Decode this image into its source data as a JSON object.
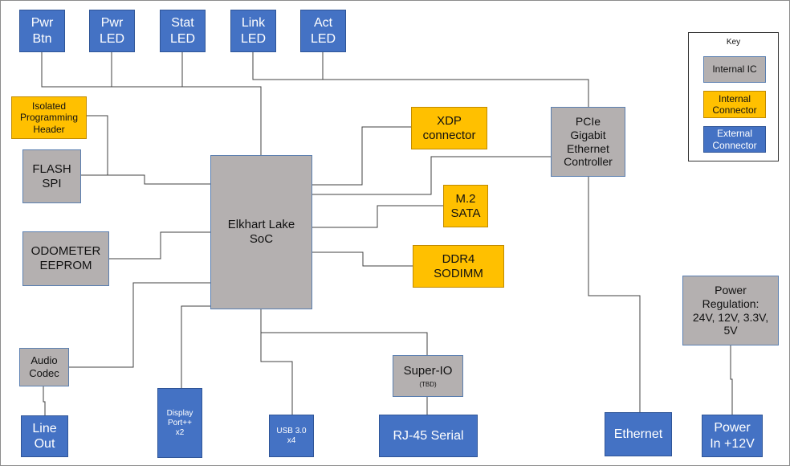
{
  "key": {
    "title": "Key",
    "internal_ic": "Internal IC",
    "internal_connector": "Internal\nConnector",
    "external_connector": "External\nConnector"
  },
  "top": {
    "pwr_btn": "Pwr\nBtn",
    "pwr_led": "Pwr\nLED",
    "stat_led": "Stat\nLED",
    "link_led": "Link\nLED",
    "act_led": "Act\nLED"
  },
  "left": {
    "isolated_header": "Isolated\nProgramming\nHeader",
    "flash": "FLASH\nSPI",
    "odometer": "ODOMETER\nEEPROM",
    "audio": "Audio\nCodec",
    "line_out": "Line\nOut"
  },
  "center": {
    "soc": "Elkhart Lake\nSoC",
    "displayport": "Display\nPort++\nx2",
    "usb": "USB 3.0\nx4",
    "superio": "Super-IO",
    "superio_note": "(TBD)",
    "rj45": "RJ-45 Serial"
  },
  "right": {
    "xdp": "XDP\nconnector",
    "pcie_eth": "PCIe\nGigabit\nEthernet\nController",
    "m2": "M.2\nSATA",
    "ddr4": "DDR4\nSODIMM",
    "ethernet": "Ethernet",
    "power_reg": "Power\nRegulation:\n24V, 12V, 3.3V,\n5V",
    "power_in": "Power\nIn +12V"
  },
  "colors": {
    "internal_ic": "#b4b0b0",
    "internal_connector": "#ffc000",
    "external_connector": "#4472c4",
    "wire": "#404040"
  }
}
